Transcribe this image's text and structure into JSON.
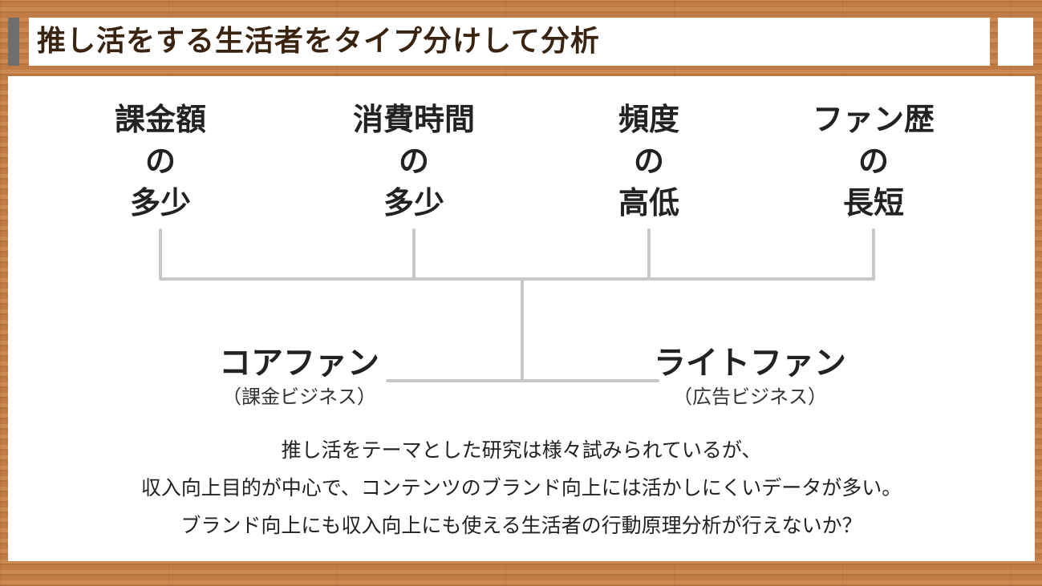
{
  "title": "推し活をする生活者をタイプ分けして分析",
  "factors": [
    {
      "lines": [
        "課金額",
        "の",
        "多少"
      ]
    },
    {
      "lines": [
        "消費時間",
        "の",
        "多少"
      ]
    },
    {
      "lines": [
        "頻度",
        "の",
        "高低"
      ]
    },
    {
      "lines": [
        "ファン歴",
        "の",
        "長短"
      ]
    }
  ],
  "types": {
    "core": {
      "name": "コアファン",
      "sub": "（課金ビジネス）"
    },
    "light": {
      "name": "ライトファン",
      "sub": "（広告ビジネス）"
    }
  },
  "body_lines": [
    "推し活をテーマとした研究は様々試みられているが、",
    "収入向上目的が中心で、コンテンツのブランド向上には活かしにくいデータが多い。",
    "ブランド向上にも収入向上にも使える生活者の行動原理分析が行えないか？"
  ],
  "colors": {
    "connector": "#c8c8c8",
    "text": "#222222",
    "title_text": "#3a2410",
    "wood": "#c8834a"
  }
}
